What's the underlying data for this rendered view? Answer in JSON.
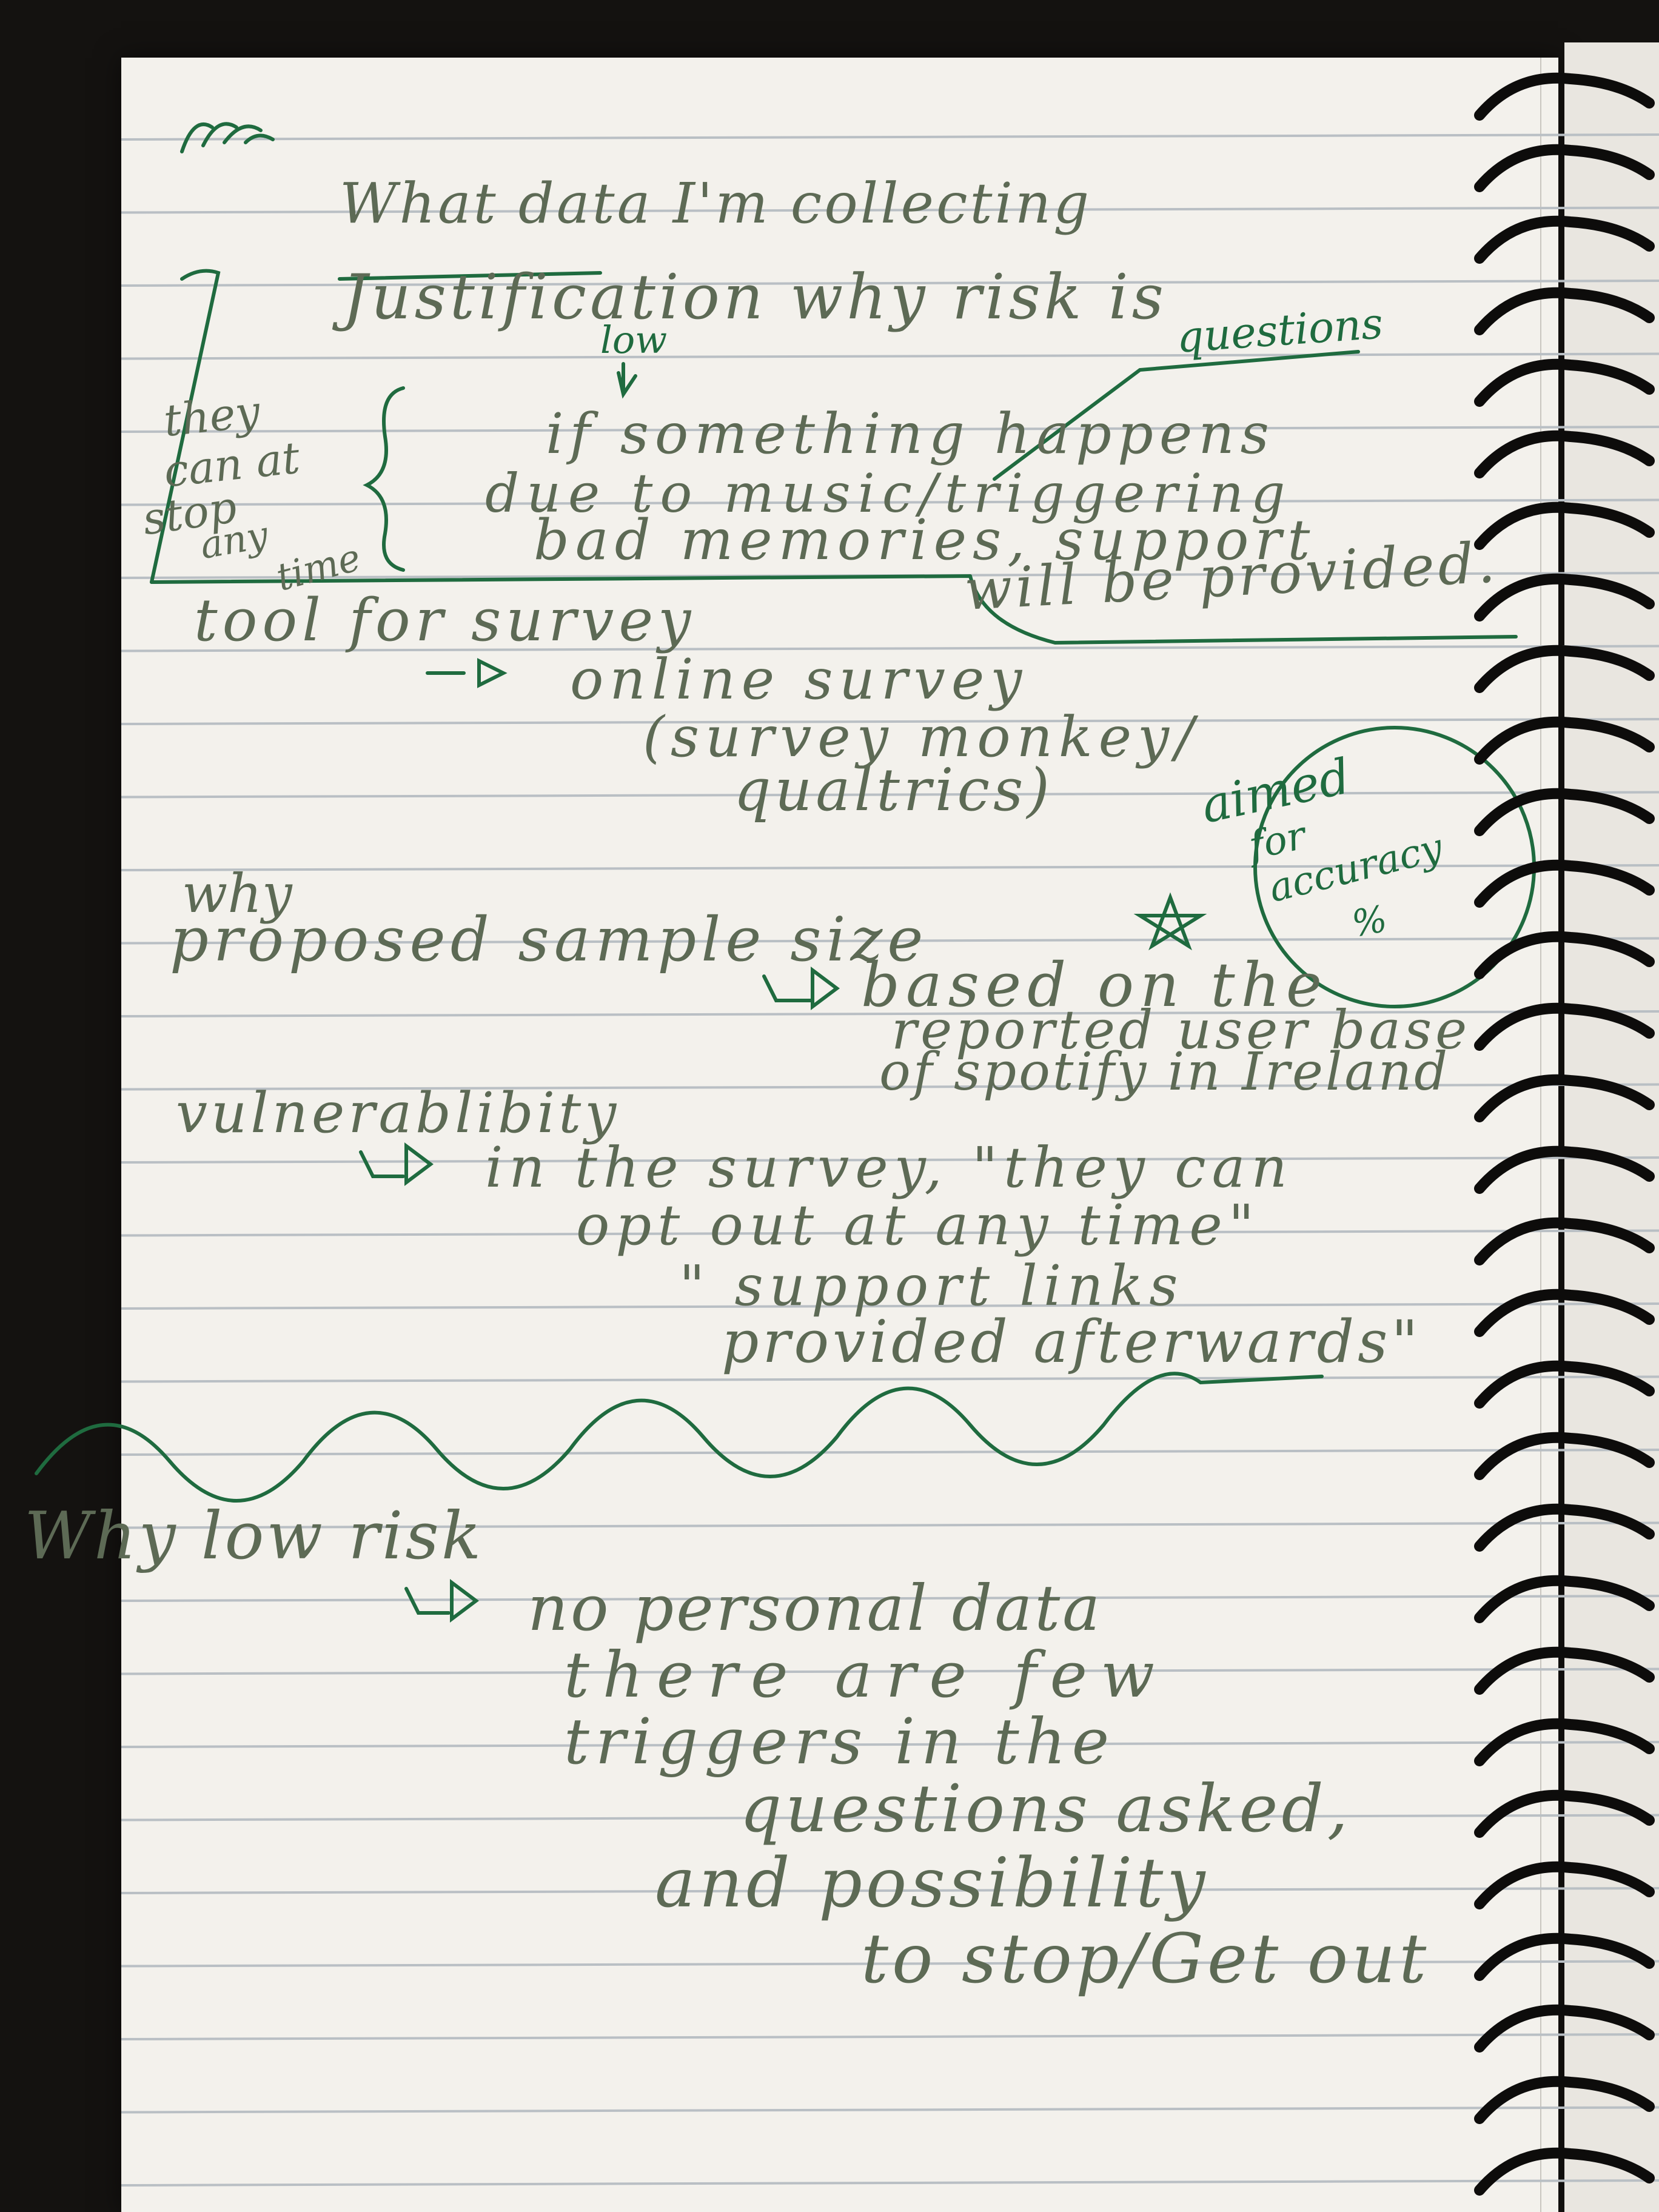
{
  "colors": {
    "ink": "#1f6b3f",
    "pencil": "#5d6a55",
    "paper": "#f3f1ec",
    "rule": "#b9bfc4"
  },
  "notes": {
    "heading": "What data I'm collecting",
    "justification": "Justification why risk is",
    "low": "low",
    "questions": "questions",
    "if_line": "if something happens",
    "due_line": "due to music/triggering",
    "bad_line": "bad memories, support",
    "will_line": "will be provided.",
    "side_note": [
      "they",
      "can at",
      "stop",
      "any",
      "time"
    ],
    "tool": "tool for survey",
    "online": "online survey",
    "survey_monkey": "(survey monkey/",
    "qualtrics": "qualtrics)",
    "aimed": [
      "aimed",
      "for",
      "accuracy",
      "%"
    ],
    "why": "why",
    "sample_size": "proposed sample size",
    "based_on": "based on the",
    "reported": "reported user base",
    "spotify": "of spotify in Ireland",
    "vulnerability": "vulnerablibity",
    "in_survey": "in the survey, \"they can",
    "opt_out": "opt out at any time\"",
    "support_links": "\" support links",
    "provided_after": "provided afterwards\"",
    "why_low": "Why low risk",
    "no_personal": "no personal data",
    "there_are": "there are few",
    "triggers": "triggers in the",
    "questions_asked": "questions asked,",
    "and_possibility": "and possibility",
    "to_stop": "to stop/Get out"
  }
}
